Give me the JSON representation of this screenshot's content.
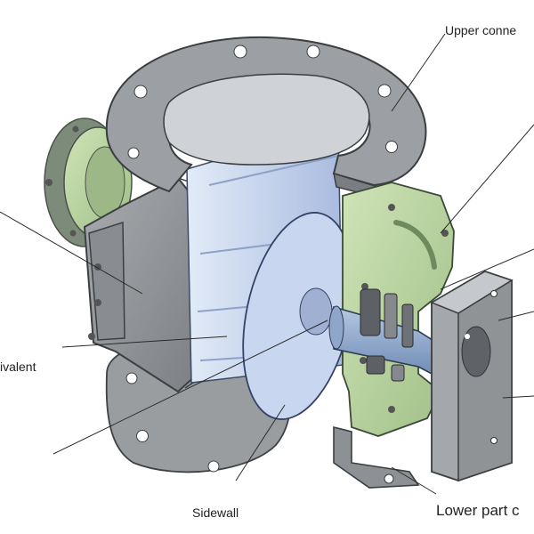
{
  "labels": {
    "upper_connection": "Upper conne",
    "equivalent": "ivalent",
    "sidewall": "Sidewall",
    "lower_part": "Lower part c"
  },
  "colors": {
    "cast_metal": "#8f9295",
    "cast_metal_dark": "#5f6266",
    "rotor_blue": "#c6d3ee",
    "bearing_green": "#b9d4a0",
    "shaft": "#7a93b5",
    "leader_line": "#2a2a2a"
  }
}
